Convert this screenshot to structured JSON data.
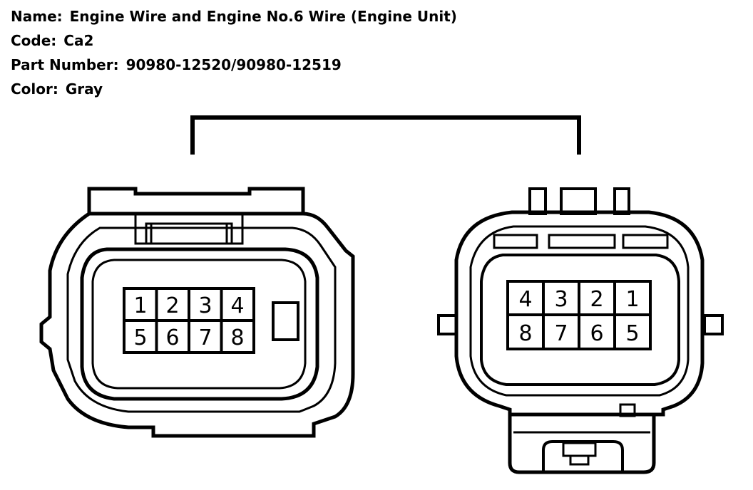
{
  "info": {
    "name_label": "Name:",
    "name_value": "Engine Wire and Engine No.6 Wire (Engine Unit)",
    "code_label": "Code:",
    "code_value": "Ca2",
    "part_label": "Part Number:",
    "part_value": "90980-12520/90980-12519",
    "color_label": "Color:",
    "color_value": "Gray"
  },
  "connectors": {
    "female": {
      "pins_top": [
        "1",
        "2",
        "3",
        "4"
      ],
      "pins_bottom": [
        "5",
        "6",
        "7",
        "8"
      ]
    },
    "male": {
      "pins_top": [
        "4",
        "3",
        "2",
        "1"
      ],
      "pins_bottom": [
        "8",
        "7",
        "6",
        "5"
      ]
    }
  },
  "colors": {
    "ink": "#000000",
    "paper": "#ffffff"
  }
}
